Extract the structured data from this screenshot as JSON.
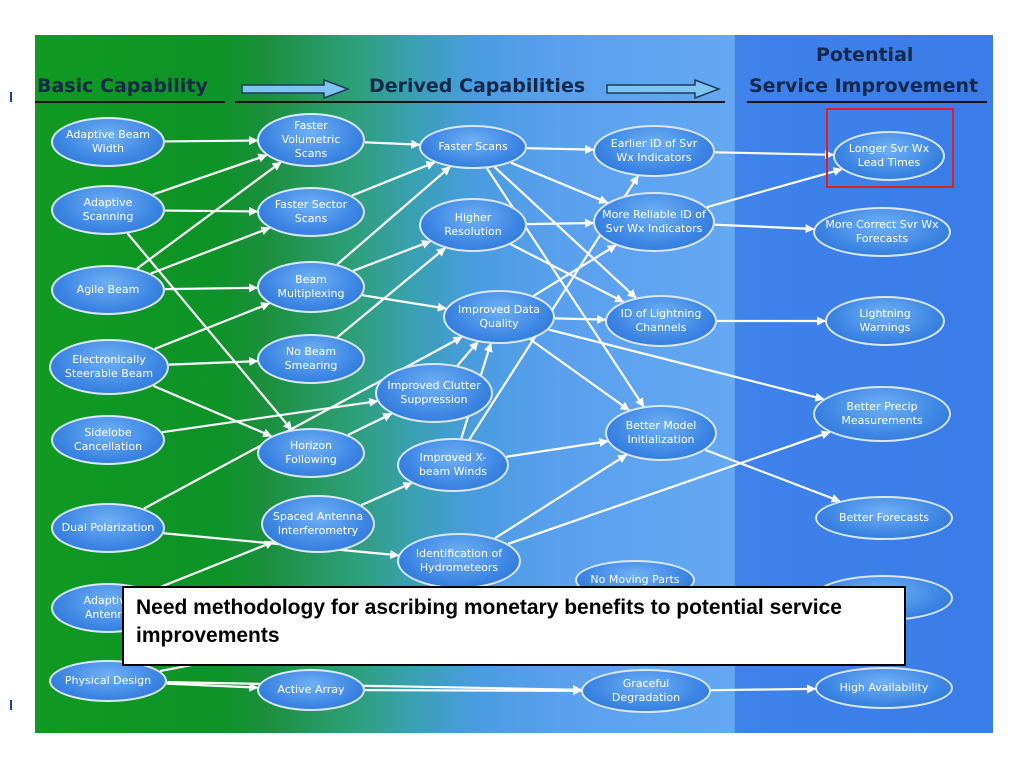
{
  "headers": {
    "basic": "Basic Capability",
    "derived": "Derived Capabilities",
    "potential_line1": "Potential",
    "potential_line2": "Service Improvement"
  },
  "nodes": {
    "adaptive_beam_width": "Adaptive Beam Width",
    "adaptive_scanning": "Adaptive Scanning",
    "agile_beam": "Agile Beam",
    "electronically_steerable_beam": "Electronically Steerable Beam",
    "sidelobe_cancellation": "Sidelobe Cancellation",
    "dual_polarization": "Dual Polarization",
    "adaptive_antenna": "Adaptive Antenna",
    "physical_design": "Physical Design",
    "faster_volumetric_scans": "Faster Volumetric Scans",
    "faster_sector_scans": "Faster Sector Scans",
    "beam_multiplexing": "Beam Multiplexing",
    "no_beam_smearing": "No Beam Smearing",
    "horizon_following": "Horizon Following",
    "spaced_antenna_interferometry": "Spaced Antenna Interferometry",
    "active_array": "Active Array",
    "faster_scans": "Faster Scans",
    "higher_resolution": "Higher Resolution",
    "improved_data_quality": "Improved Data Quality",
    "improved_clutter_suppression": "Improved Clutter Suppression",
    "improved_xbeam_winds": "Improved X-beam Winds",
    "identification_of_hydrometeors": "Identification of Hydrometeors",
    "earlier_id_svr_wx": "Earlier ID of Svr Wx Indicators",
    "more_reliable_id": "More Reliable ID of Svr Wx Indicators",
    "id_lightning_channels": "ID of Lightning Channels",
    "better_model_initialization": "Better Model Initialization",
    "no_moving_parts": "No Moving Parts",
    "graceful_degradation": "Graceful Degradation",
    "longer_lead_times": "Longer Svr Wx Lead Times",
    "more_correct_forecasts": "More Correct Svr Wx Forecasts",
    "lightning_warnings": "Lightning Warnings",
    "better_precip": "Better Precip Measurements",
    "better_forecasts": "Better Forecasts",
    "maintenance": "enance",
    "high_availability": "High Availability"
  },
  "callout": {
    "text": "Need methodology for ascribing monetary benefits to potential service improvements"
  },
  "colors": {
    "highlight_box": "#e02020",
    "node_fill": "#3d86e4",
    "header_text": "#16284a"
  }
}
